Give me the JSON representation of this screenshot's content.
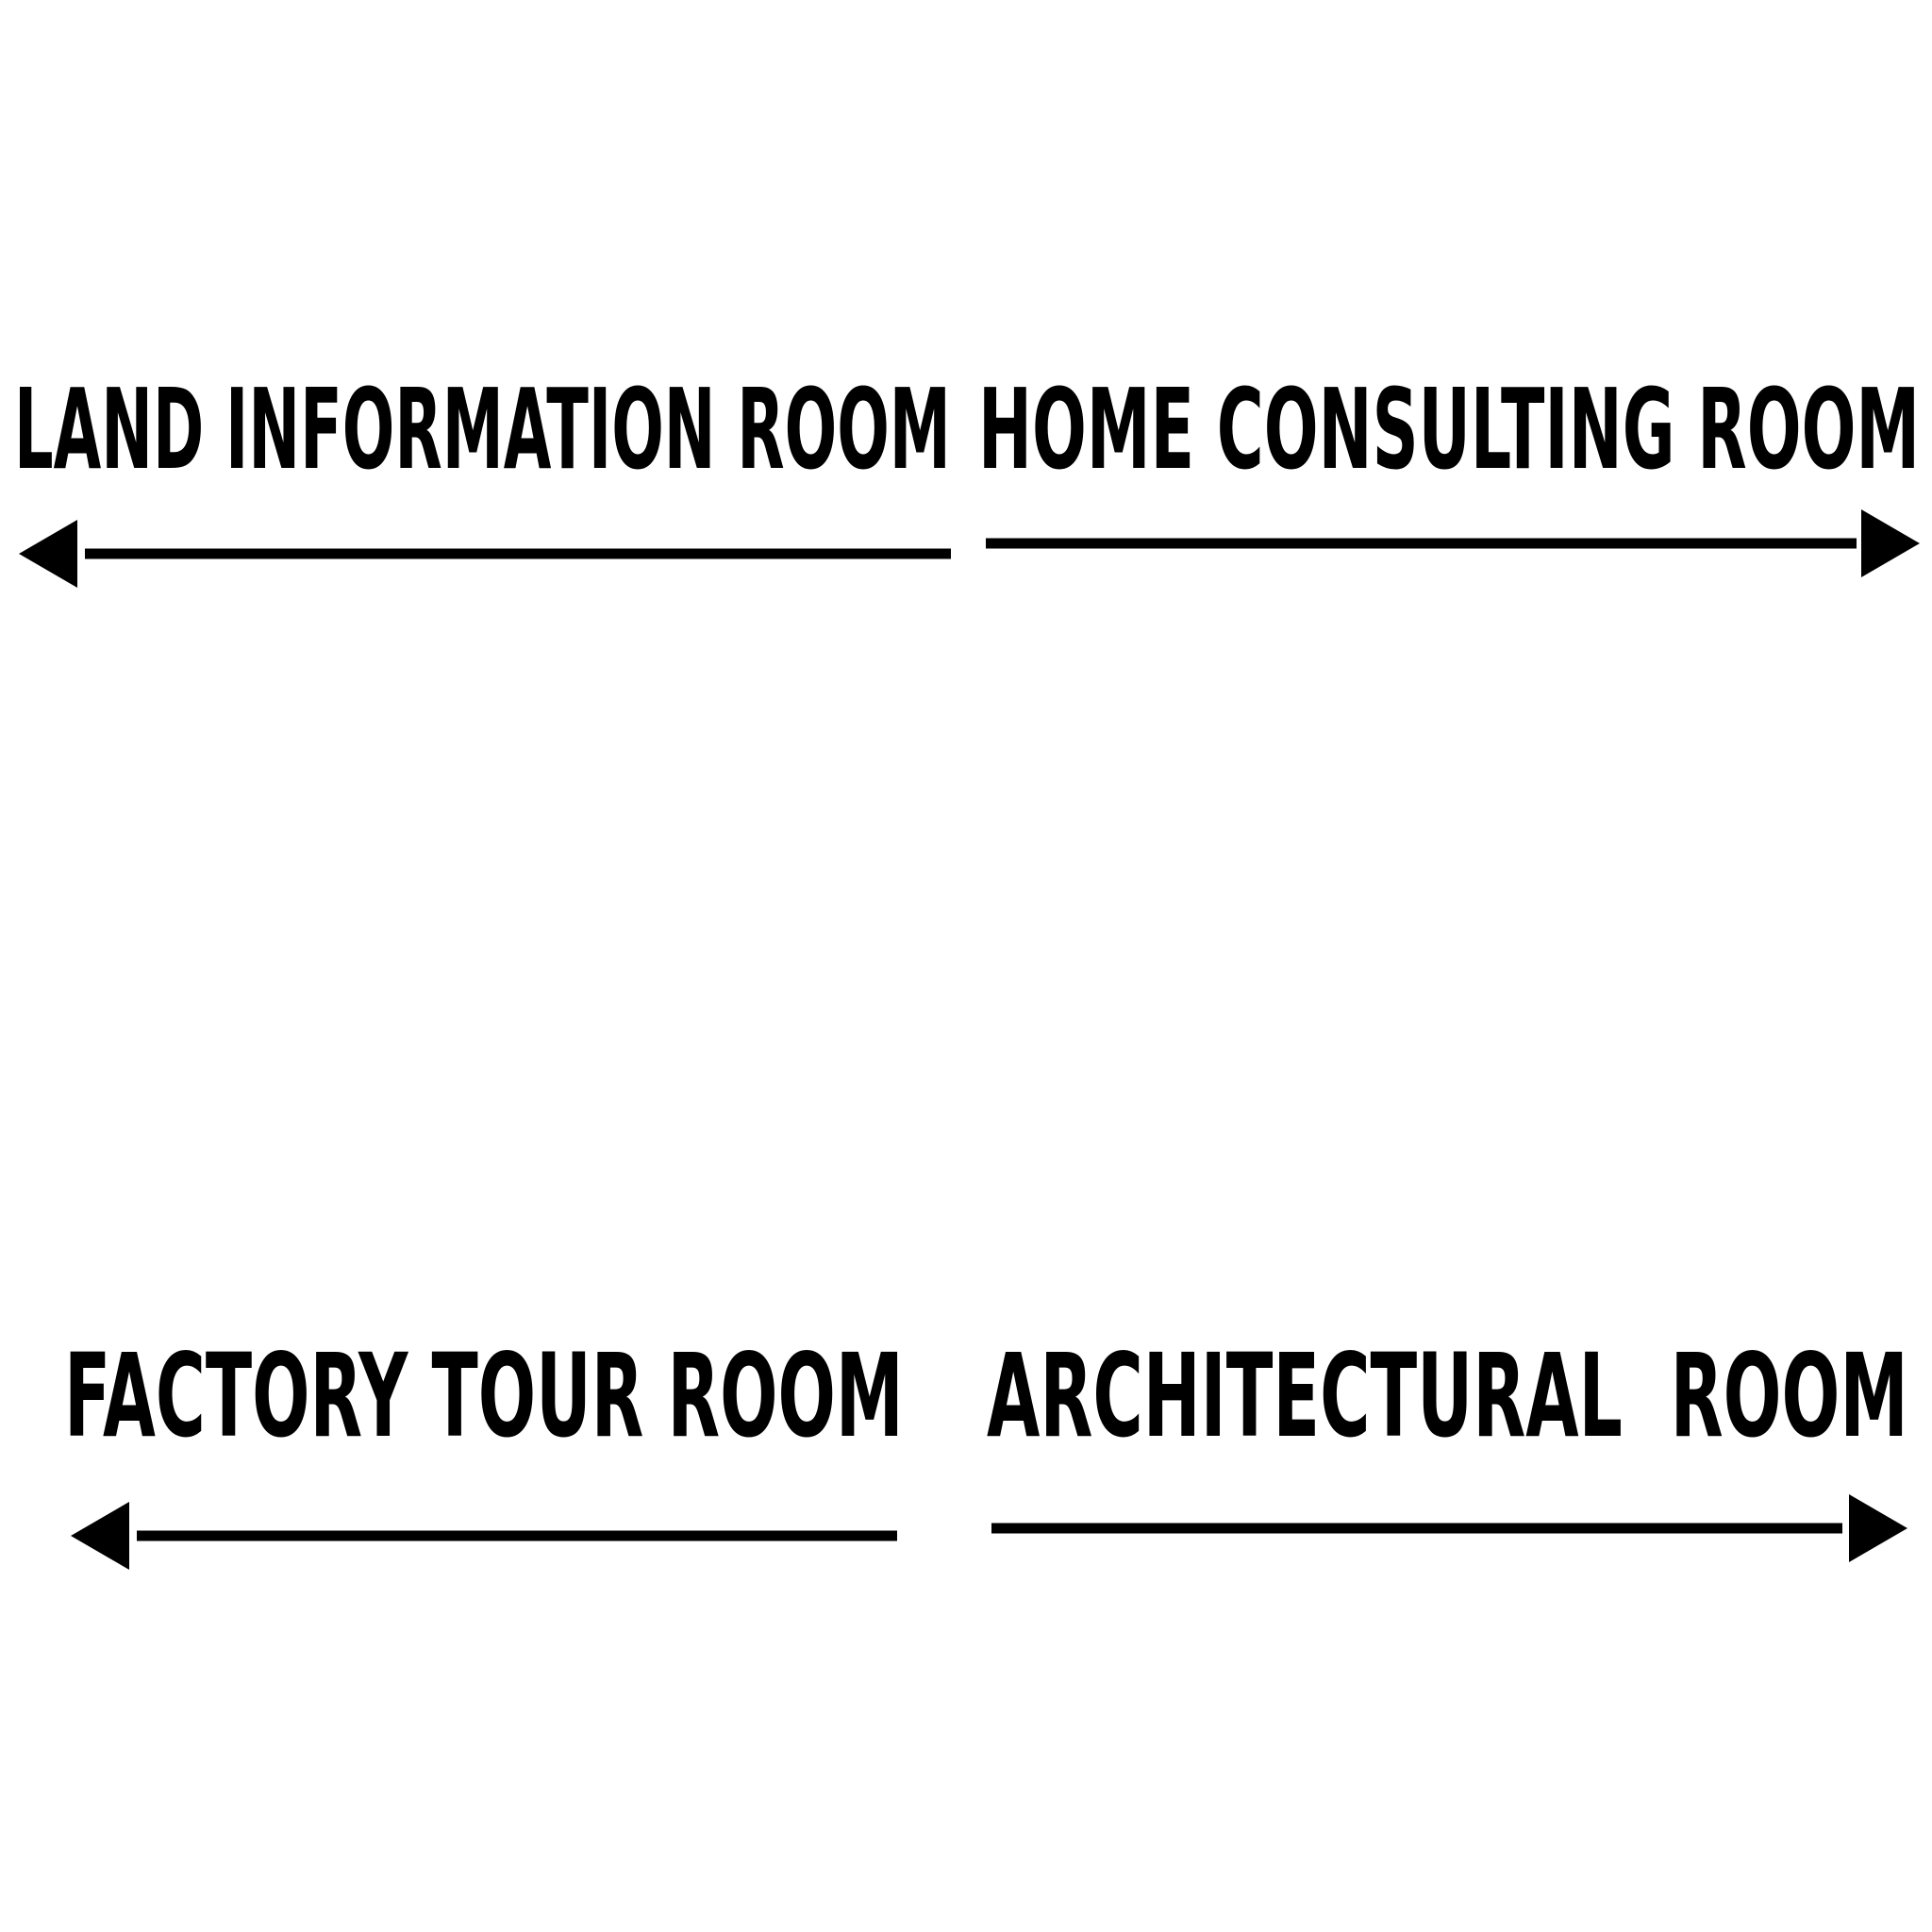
{
  "signs": [
    {
      "label": "LAND INFORMATION ROOM",
      "direction": "left"
    },
    {
      "label": "HOME CONSULTING ROOM",
      "direction": "right"
    },
    {
      "label": "FACTORY TOUR ROOM",
      "direction": "left"
    },
    {
      "label": "ARCHITECTURAL  ROOM",
      "direction": "right"
    }
  ],
  "colors": {
    "ink": "#000000",
    "background": "#ffffff"
  }
}
